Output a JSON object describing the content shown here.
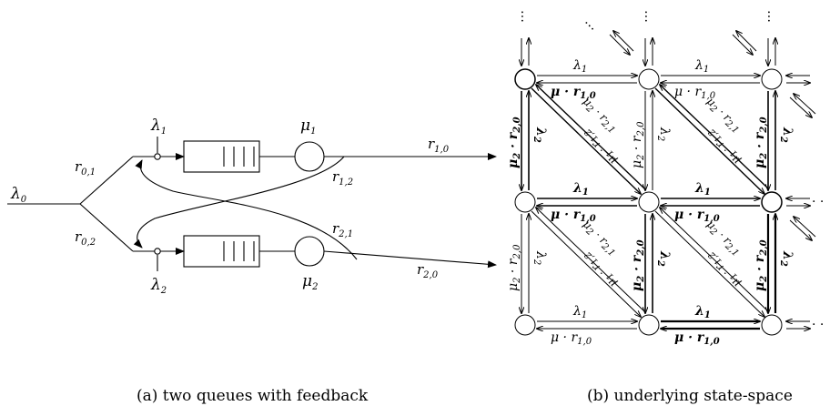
{
  "left_diagram": {
    "lambda0": "λ",
    "lambda0_sub": "0",
    "lambda1": "λ",
    "lambda1_sub": "1",
    "lambda2": "λ",
    "lambda2_sub": "2",
    "mu1": "μ",
    "mu1_sub": "1",
    "mu2": "μ",
    "mu2_sub": "2",
    "r": "r",
    "r01_sub": "0,1",
    "r02_sub": "0,2",
    "r10_sub": "1,0",
    "r12_sub": "1,2",
    "r21_sub": "2,1",
    "r20_sub": "2,0",
    "caption": "(a) two queues with feedback"
  },
  "right_diagram": {
    "lambda1": "λ",
    "lambda1_sub": "1",
    "lambda2": "λ",
    "lambda2_sub": "2",
    "mu_r10": "μ · r",
    "mu_r10_sub": "1,0",
    "mu2_r20": "μ",
    "mu2_r20_sub": "2",
    "mu2_r20_tail": " · r",
    "r20_sub": "2,0",
    "mu2_r21": "μ",
    "mu2_r21_sub": "2",
    "mu2_r21_tail": " · r",
    "r21_sub": "2,1",
    "mu1_r12": "μ",
    "mu1_r12_sub": "1",
    "mu1_r12_tail": " · r",
    "r12_sub": "1,2",
    "ellipsis": "…",
    "dots": "·  ·",
    "caption": "(b) underlying state-space"
  }
}
